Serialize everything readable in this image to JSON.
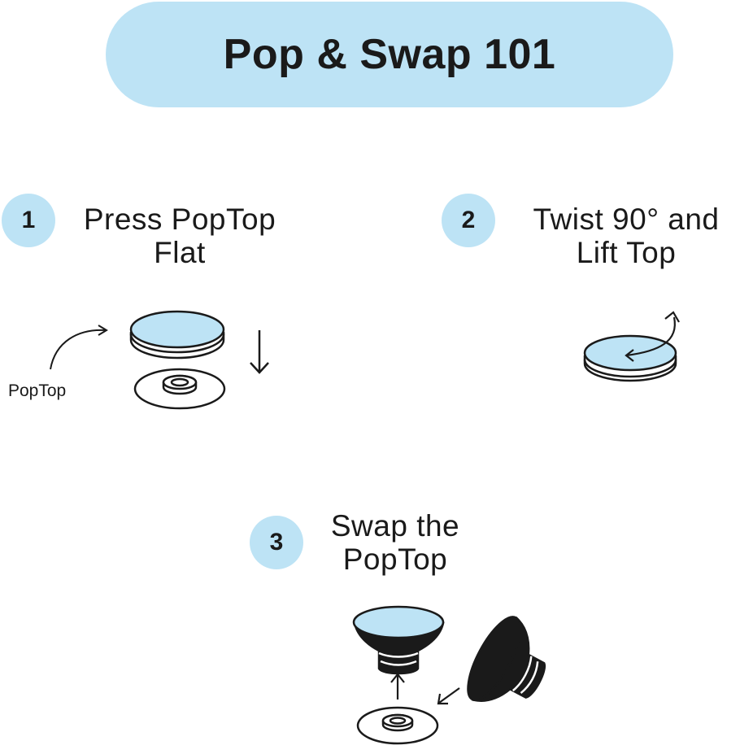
{
  "title": "Pop & Swap 101",
  "steps": [
    {
      "number": "1",
      "line1": "Press PopTop",
      "line2": "Flat"
    },
    {
      "number": "2",
      "line1": "Twist 90° and",
      "line2": "Lift Top"
    },
    {
      "number": "3",
      "line1": "Swap the",
      "line2": "PopTop"
    }
  ],
  "annotations": {
    "poptop_label": "PopTop"
  },
  "colors": {
    "accent_light_blue": "#bde3f5",
    "ink": "#1a1a1a"
  },
  "icons": [
    "curved-arrow-icon",
    "down-arrow-icon",
    "rotate-arrow-icon",
    "up-arrow-icon",
    "diagonal-arrow-icon"
  ]
}
